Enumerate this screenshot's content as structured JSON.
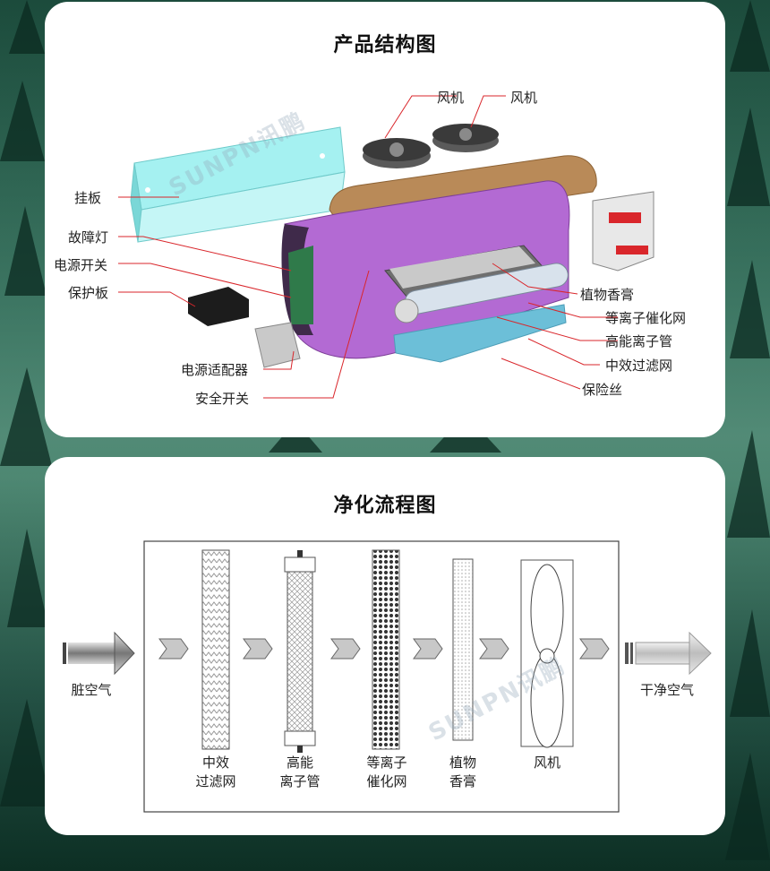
{
  "structure": {
    "title": "产品结构图",
    "labels": {
      "fan1": "风机",
      "fan2": "风机",
      "hanging_plate": "挂板",
      "fault_light": "故障灯",
      "power_switch": "电源开关",
      "protect_board": "保护板",
      "power_adapter": "电源适配器",
      "safety_switch": "安全开关",
      "plant_balm": "植物香膏",
      "plasma_catalyst": "等离子催化网",
      "hi_ion_tube": "高能离子管",
      "mid_filter": "中效过滤网",
      "fuse": "保险丝"
    }
  },
  "flow": {
    "title": "净化流程图",
    "dirty_air": "脏空气",
    "clean_air": "干净空气",
    "stages": [
      {
        "line1": "中效",
        "line2": "过滤网"
      },
      {
        "line1": "高能",
        "line2": "离子管"
      },
      {
        "line1": "等离子",
        "line2": "催化网"
      },
      {
        "line1": "植物",
        "line2": "香膏"
      },
      {
        "line1": "风机",
        "line2": ""
      }
    ]
  },
  "watermark": "SUNPN讯鹏",
  "colors": {
    "housing": "#b36ad3",
    "lid": "#b98a58",
    "hanging_plate": "#9ff0f0",
    "filter_block": "#6cbfd8",
    "leader_line": "#d9262b"
  }
}
